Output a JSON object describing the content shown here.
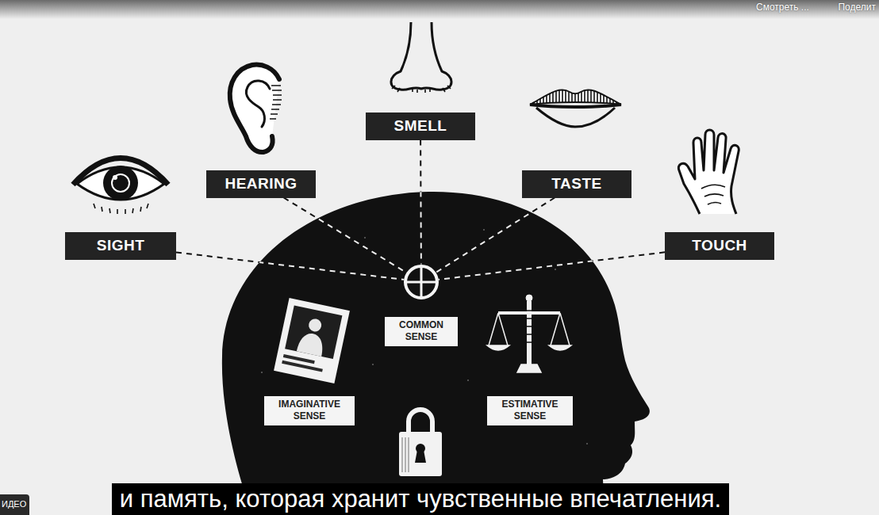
{
  "diagram": {
    "caption": "и память, которая хранит чувственные впечатления.",
    "nodes": [
      {
        "text": [
          "SIGHT"
        ]
      },
      {
        "text": [
          "HEARING"
        ]
      },
      {
        "text": [
          "SMELL"
        ]
      },
      {
        "text": [
          "TASTE"
        ]
      },
      {
        "text": [
          "TOUCH"
        ]
      },
      {
        "text": [
          "COMMON SENSE"
        ]
      },
      {
        "text": [
          "IMAGINATIVE SENSE"
        ]
      },
      {
        "text": [
          "ESTIMATIVE SENSE"
        ]
      }
    ],
    "edges": [
      {
        "from": 0,
        "to": 5,
        "arrow": "none"
      },
      {
        "from": 1,
        "to": 5,
        "arrow": "none"
      },
      {
        "from": 2,
        "to": 5,
        "arrow": "none"
      },
      {
        "from": 3,
        "to": 5,
        "arrow": "none"
      },
      {
        "from": 4,
        "to": 5,
        "arrow": "none"
      }
    ],
    "labels": [
      "Смотреть ...",
      "Поделит",
      "ИДЕО"
    ]
  }
}
